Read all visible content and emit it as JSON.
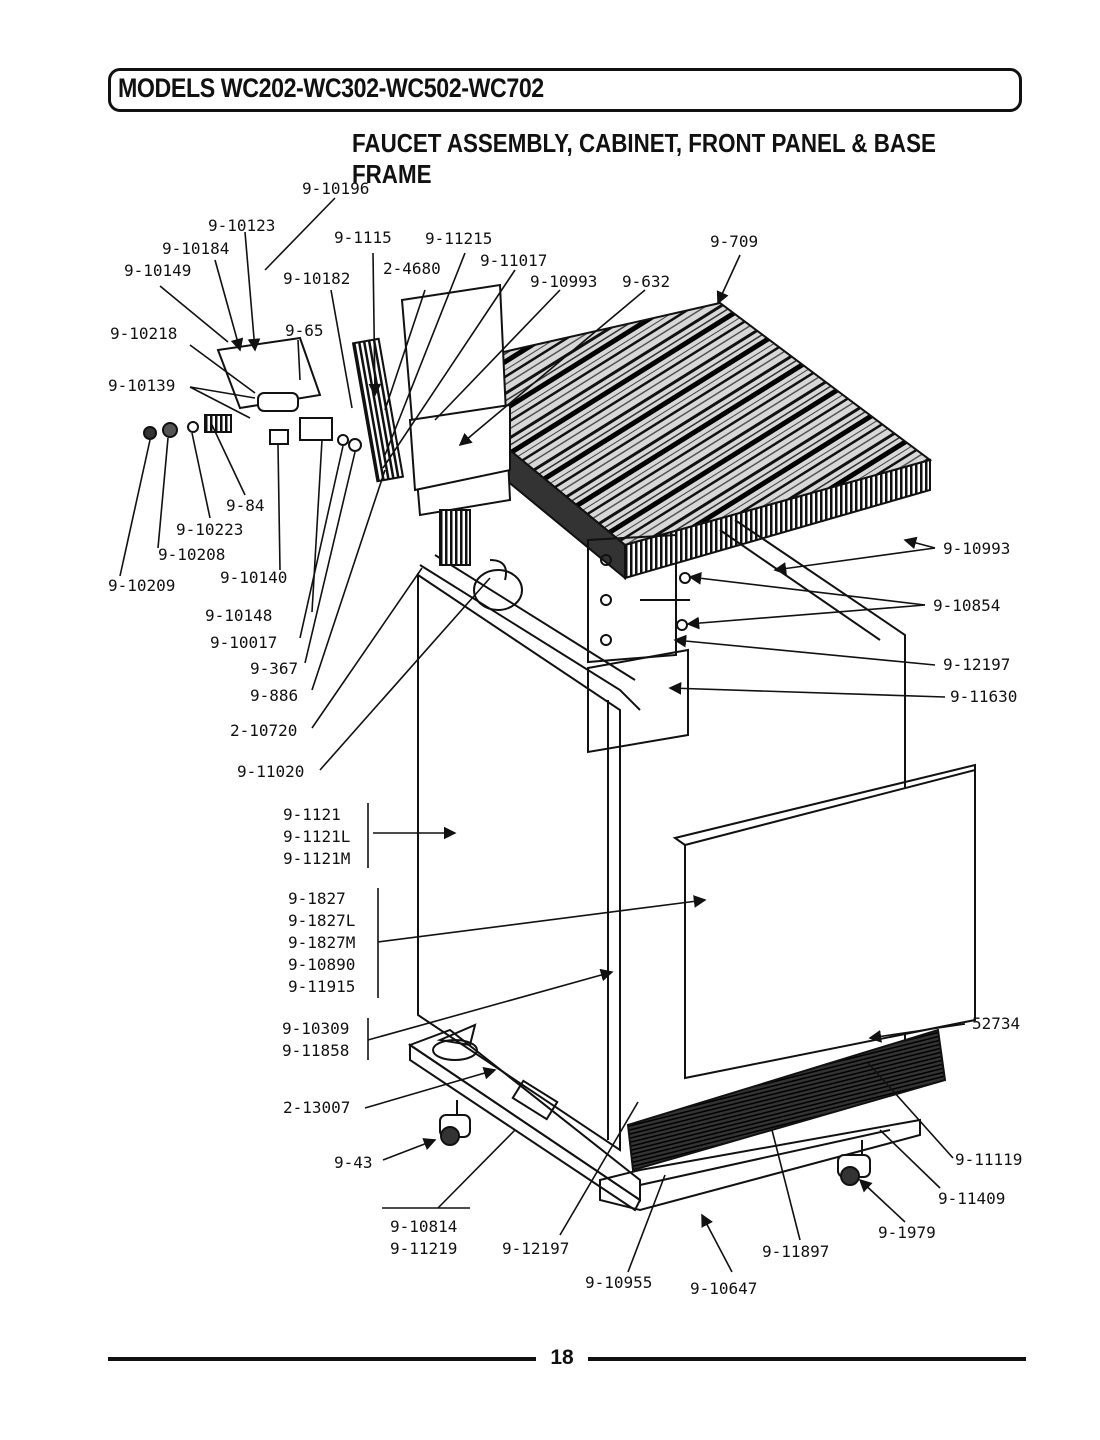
{
  "header": {
    "title": "MODELS WC202-WC302-WC502-WC702",
    "subtitle": "FAUCET ASSEMBLY, CABINET, FRONT PANEL & BASE FRAME"
  },
  "page_number": "18",
  "labels": {
    "p9_10196": "9-10196",
    "p9_10123": "9-10123",
    "p9_10184": "9-10184",
    "p9_10149": "9-10149",
    "p9_1115": "9-1115",
    "p9_11215": "9-11215",
    "p9_709": "9-709",
    "p9_11017": "9-11017",
    "p9_10182": "9-10182",
    "p2_4680": "2-4680",
    "p9_10993_top": "9-10993",
    "p9_632": "9-632",
    "p9_10218": "9-10218",
    "p9_65": "9-65",
    "p9_10139": "9-10139",
    "p9_84": "9-84",
    "p9_10223": "9-10223",
    "p9_10208": "9-10208",
    "p9_10209": "9-10209",
    "p9_10140": "9-10140",
    "p9_10148": "9-10148",
    "p9_10017": "9-10017",
    "p9_367": "9-367",
    "p9_886": "9-886",
    "p2_10720": "2-10720",
    "p9_11020": "9-11020",
    "p9_10993_right": "9-10993",
    "p9_10854": "9-10854",
    "p9_12197_right": "9-12197",
    "p9_11630": "9-11630",
    "g1": [
      "9-1121",
      "9-1121L",
      "9-1121M"
    ],
    "g2": [
      "9-1827",
      "9-1827L",
      "9-1827M",
      "9-10890",
      "9-11915"
    ],
    "g3": [
      "9-10309",
      "9-11858"
    ],
    "p52734": "52734",
    "p2_13007": "2-13007",
    "p9_11119": "9-11119",
    "p9_43": "9-43",
    "p9_11409": "9-11409",
    "p9_1979": "9-1979",
    "p9_10814": "9-10814",
    "p9_11219": "9-11219",
    "p9_12197_bottom": "9-12197",
    "p9_11897": "9-11897",
    "p9_10955": "9-10955",
    "p9_10647": "9-10647"
  }
}
